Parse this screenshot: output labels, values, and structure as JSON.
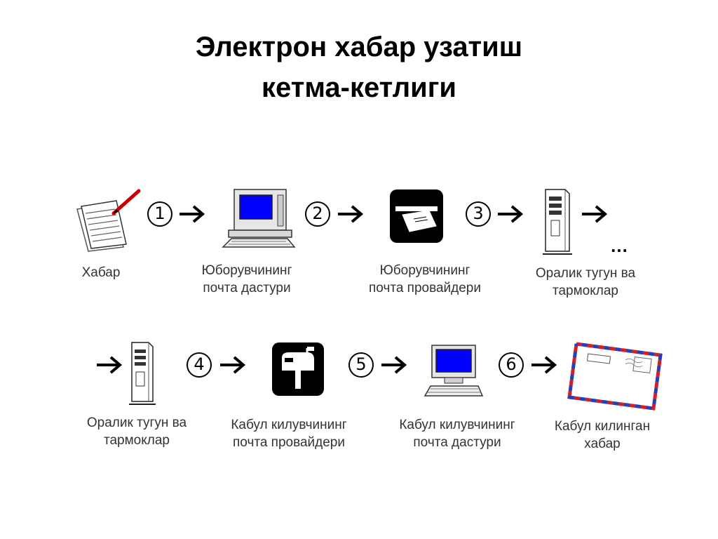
{
  "title": {
    "line1": "Электрон хабар узатиш",
    "line2": "кетма-кетлиги"
  },
  "steps": [
    {
      "n": "1"
    },
    {
      "n": "2"
    },
    {
      "n": "3"
    },
    {
      "n": "4"
    },
    {
      "n": "5"
    },
    {
      "n": "6"
    }
  ],
  "row1": {
    "message": {
      "label": [
        "Хабар"
      ]
    },
    "sender_client": {
      "label": [
        "Юборувчининг",
        "почта дастури"
      ]
    },
    "sender_provider": {
      "label": [
        "Юборувчининг",
        "почта провайдери"
      ]
    },
    "intermediate": {
      "label": [
        "Оралик тугун ва",
        "тармоклар"
      ]
    },
    "continuation": "…"
  },
  "row2": {
    "intermediate": {
      "label": [
        "Оралик тугун ва",
        "тармоклар"
      ]
    },
    "receiver_provider": {
      "label": [
        "Кабул килувчининг",
        "почта провайдери"
      ]
    },
    "receiver_client": {
      "label": [
        "Кабул килувчининг",
        "почта дастури"
      ]
    },
    "received_message": {
      "label": [
        "Кабул килинган",
        "хабар"
      ]
    }
  },
  "colors": {
    "screen_blue": "#0000ff",
    "pen_red": "#cc0000",
    "airmail_red": "#d42020",
    "airmail_blue": "#2040c0"
  }
}
